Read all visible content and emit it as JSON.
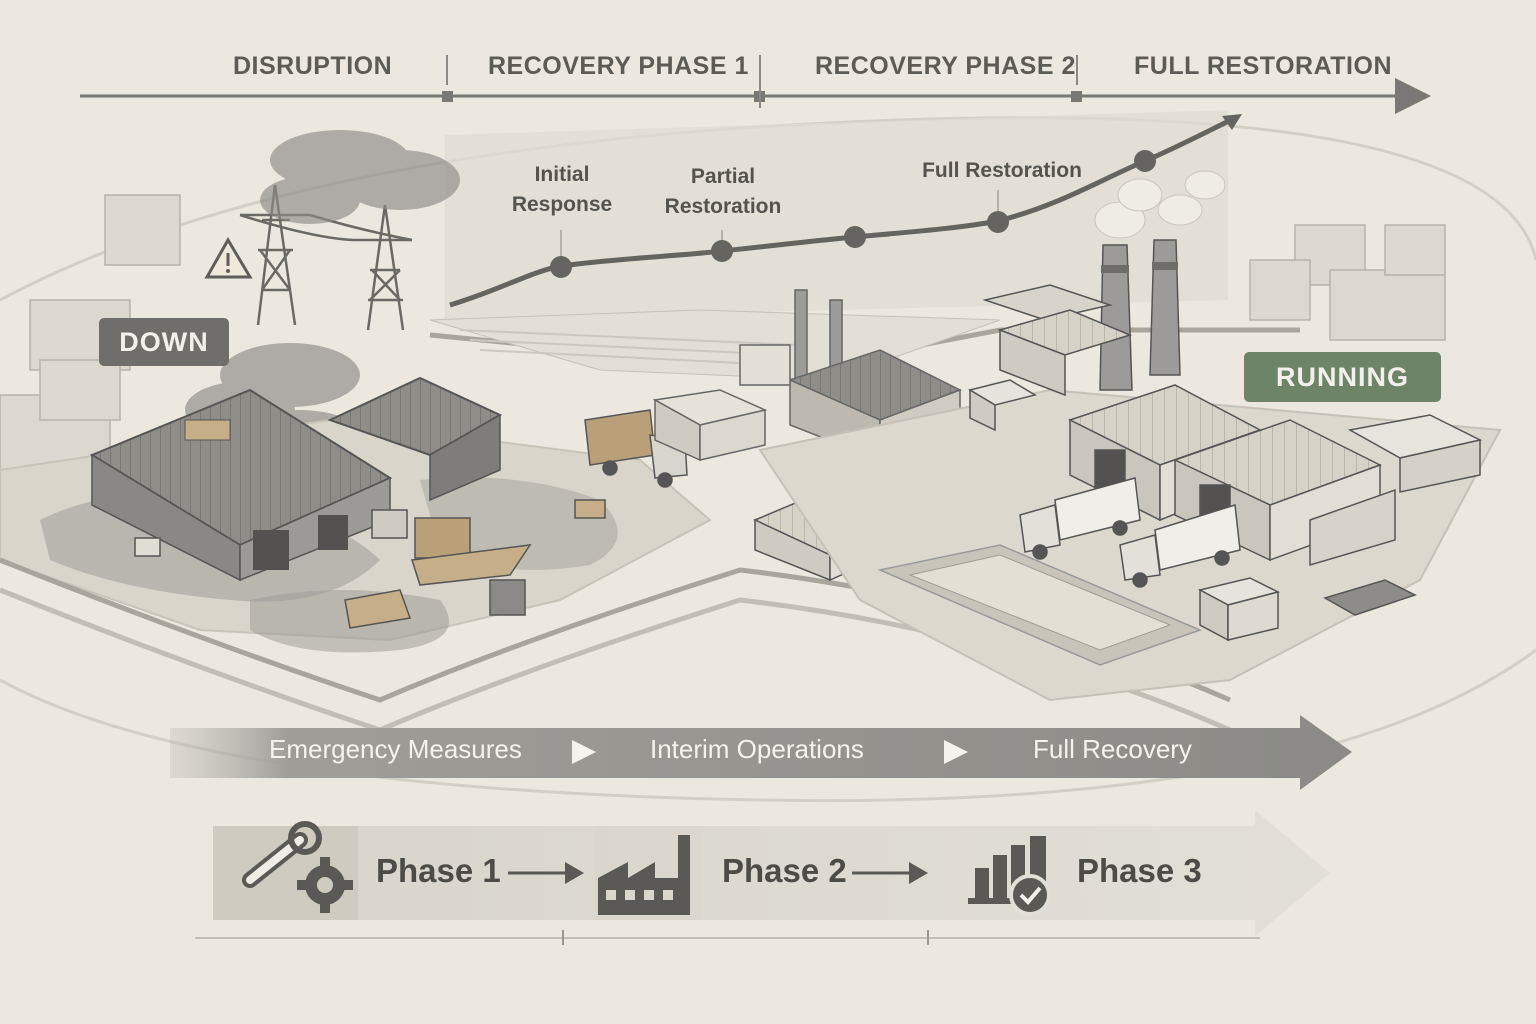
{
  "timeline": {
    "phases": [
      "DISRUPTION",
      "RECOVERY PHASE 1",
      "RECOVERY PHASE 2",
      "FULL RESTORATION"
    ]
  },
  "milestones": {
    "initial_response": "Initial\nResponse",
    "partial_restoration": "Partial\nRestoration",
    "full_restoration": "Full Restoration"
  },
  "status": {
    "down": "DOWN",
    "running": "RUNNING"
  },
  "flow": {
    "steps": [
      "Emergency Measures",
      "Interim Operations",
      "Full Recovery"
    ]
  },
  "phase_bar": {
    "items": [
      {
        "label": "Phase 1",
        "icon": "wrench-gear-icon"
      },
      {
        "label": "Phase 2",
        "icon": "factory-icon"
      },
      {
        "label": "Phase 3",
        "icon": "bar-chart-check-icon"
      }
    ]
  },
  "colors": {
    "background": "#ece8df",
    "down_badge": "#6f6e6b",
    "running_badge": "#6d8468",
    "arrow_band": "#9a9893",
    "curve": "#666461"
  }
}
